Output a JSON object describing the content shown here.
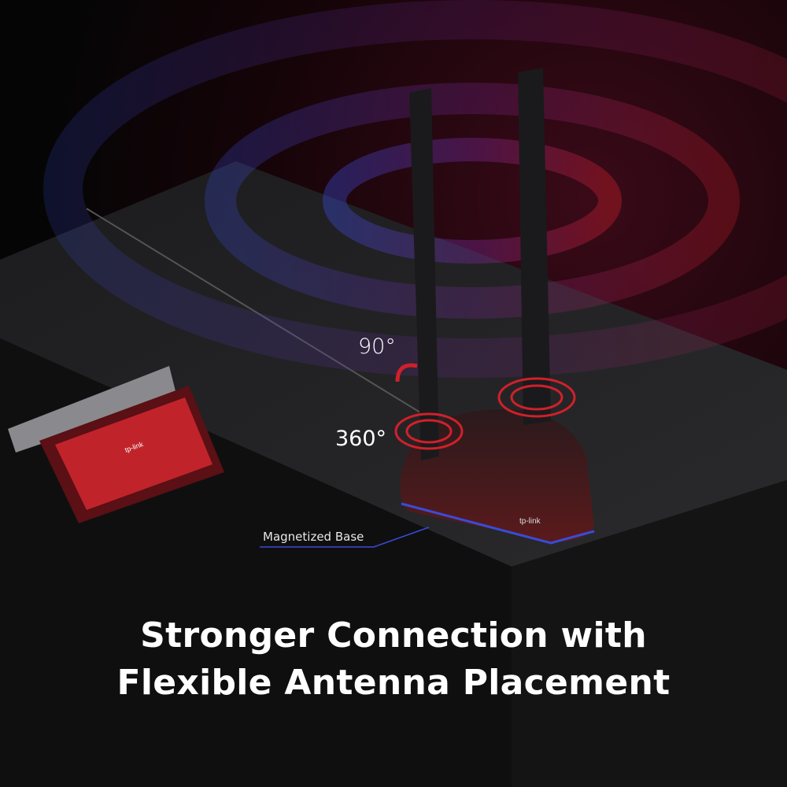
{
  "labels": {
    "tilt": "90°",
    "rotate": "360°",
    "base": "Magnetized Base"
  },
  "headline": {
    "line1": "Stronger Connection with",
    "line2": "Flexible Antenna Placement"
  },
  "brand": {
    "logo_text": "tp-link",
    "accent_red": "#d0202a",
    "accent_blue": "#3a4bd8"
  }
}
